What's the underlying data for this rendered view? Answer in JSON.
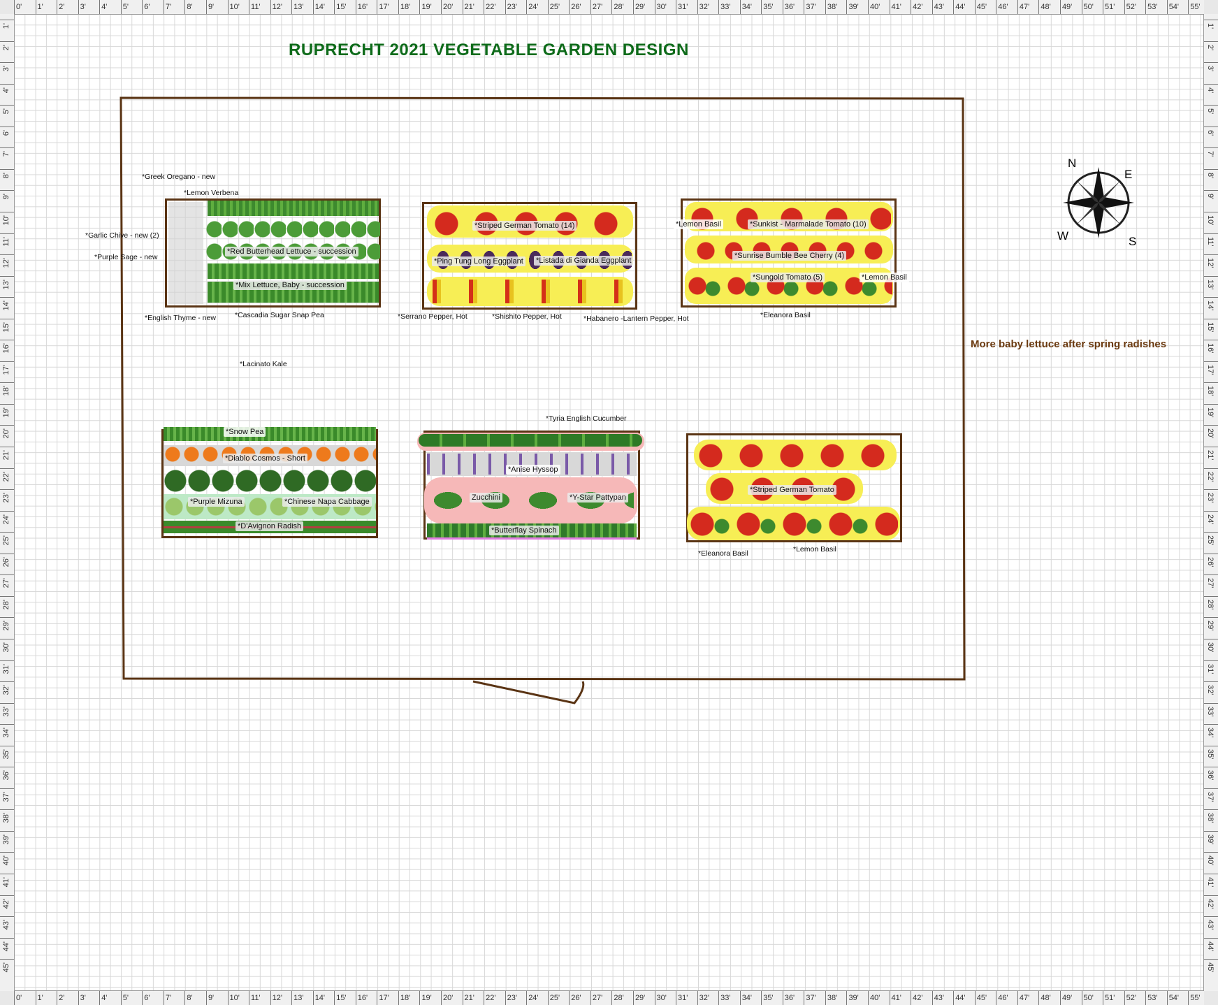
{
  "title": "RUPRECHT 2021 VEGETABLE GARDEN DESIGN",
  "note": "More baby lettuce after spring radishes",
  "ruler": {
    "horizontal": [
      "0'",
      "1'",
      "2'",
      "3'",
      "4'",
      "5'",
      "6'",
      "7'",
      "8'",
      "9'",
      "10'",
      "11'",
      "12'",
      "13'",
      "14'",
      "15'",
      "16'",
      "17'",
      "18'",
      "19'",
      "20'",
      "21'",
      "22'",
      "23'",
      "24'",
      "25'",
      "26'",
      "27'",
      "28'",
      "29'",
      "30'",
      "31'",
      "32'",
      "33'",
      "34'",
      "35'",
      "36'",
      "37'",
      "38'",
      "39'",
      "40'",
      "41'",
      "42'",
      "43'",
      "44'",
      "45'",
      "46'",
      "47'",
      "48'",
      "49'",
      "50'",
      "51'",
      "52'",
      "53'",
      "54'",
      "55'"
    ],
    "vertical": [
      "1'",
      "2'",
      "3'",
      "4'",
      "5'",
      "6'",
      "7'",
      "8'",
      "9'",
      "10'",
      "11'",
      "12'",
      "13'",
      "14'",
      "15'",
      "16'",
      "17'",
      "18'",
      "19'",
      "20'",
      "21'",
      "22'",
      "23'",
      "24'",
      "25'",
      "26'",
      "27'",
      "28'",
      "29'",
      "30'",
      "31'",
      "32'",
      "33'",
      "34'",
      "35'",
      "36'",
      "37'",
      "38'",
      "39'",
      "40'",
      "41'",
      "42'",
      "43'",
      "44'",
      "45'"
    ]
  },
  "compass": {
    "n": "N",
    "e": "E",
    "s": "S",
    "w": "W"
  },
  "beds": {
    "bed1": {
      "outer": {
        "greek_oregano": "*Greek Oregano - new",
        "lemon_verbena": "*Lemon Verbena",
        "garlic_chive": "*Garlic Chive - new (2)",
        "purple_sage": "*Purple Sage - new",
        "english_thyme": "*English Thyme - new",
        "snap_pea": "*Cascadia Sugar Snap Pea",
        "kale": "*Lacinato Kale"
      },
      "inner": {
        "butterhead": "*Red Butterhead Lettuce - succession",
        "mix_lettuce": "*Mix Lettuce, Baby - succession"
      }
    },
    "bed2": {
      "inner": {
        "striped_tomato": "*Striped German Tomato (14)",
        "ping_tung": "*Ping Tung Long Eggplant",
        "listada": "*Listada di Gianda Eggplant"
      },
      "outer": {
        "serrano": "*Serrano Pepper, Hot",
        "shishito": "*Shishito Pepper, Hot",
        "habanero": "*Habanero -Lantern Pepper, Hot"
      }
    },
    "bed3": {
      "inner": {
        "lemon_basil_a": "*Lemon Basil",
        "sunkist": "*Sunkist - Marmalade Tomato (10)",
        "bumble_bee": "*Sunrise Bumble Bee Cherry (4)",
        "sungold": "*Sungold Tomato (5)",
        "lemon_basil_b": "*Lemon Basil"
      },
      "outer": {
        "eleanora": "*Eleanora Basil"
      }
    },
    "bed4": {
      "inner": {
        "snow_pea": "*Snow Pea",
        "cosmos": "*Diablo Cosmos - Short",
        "mizuna": "*Purple Mizuna",
        "napa": "*Chinese Napa Cabbage",
        "radish": "*D'Avignon Radish"
      }
    },
    "bed5": {
      "outer": {
        "cucumber": "*Tyria English Cucumber"
      },
      "inner": {
        "hyssop": "*Anise Hyssop",
        "zucchini": "Zucchini",
        "pattypan": "*Y-Star Pattypan",
        "spinach": "*Butterflay Spinach"
      }
    },
    "bed6": {
      "inner": {
        "striped_tomato": "*Striped German Tomato"
      },
      "outer": {
        "eleanora": "*Eleanora Basil",
        "lemon_basil": "*Lemon Basil"
      }
    }
  },
  "colors": {
    "title": "#0e6b1a",
    "note": "#6b3a10",
    "fence": "#5a3414",
    "tomato": "#d42a1e",
    "leaf_green": "#3d8a2e",
    "tomato_zone": "#f7ee55",
    "cucumber_zone": "#f6b8b8"
  }
}
